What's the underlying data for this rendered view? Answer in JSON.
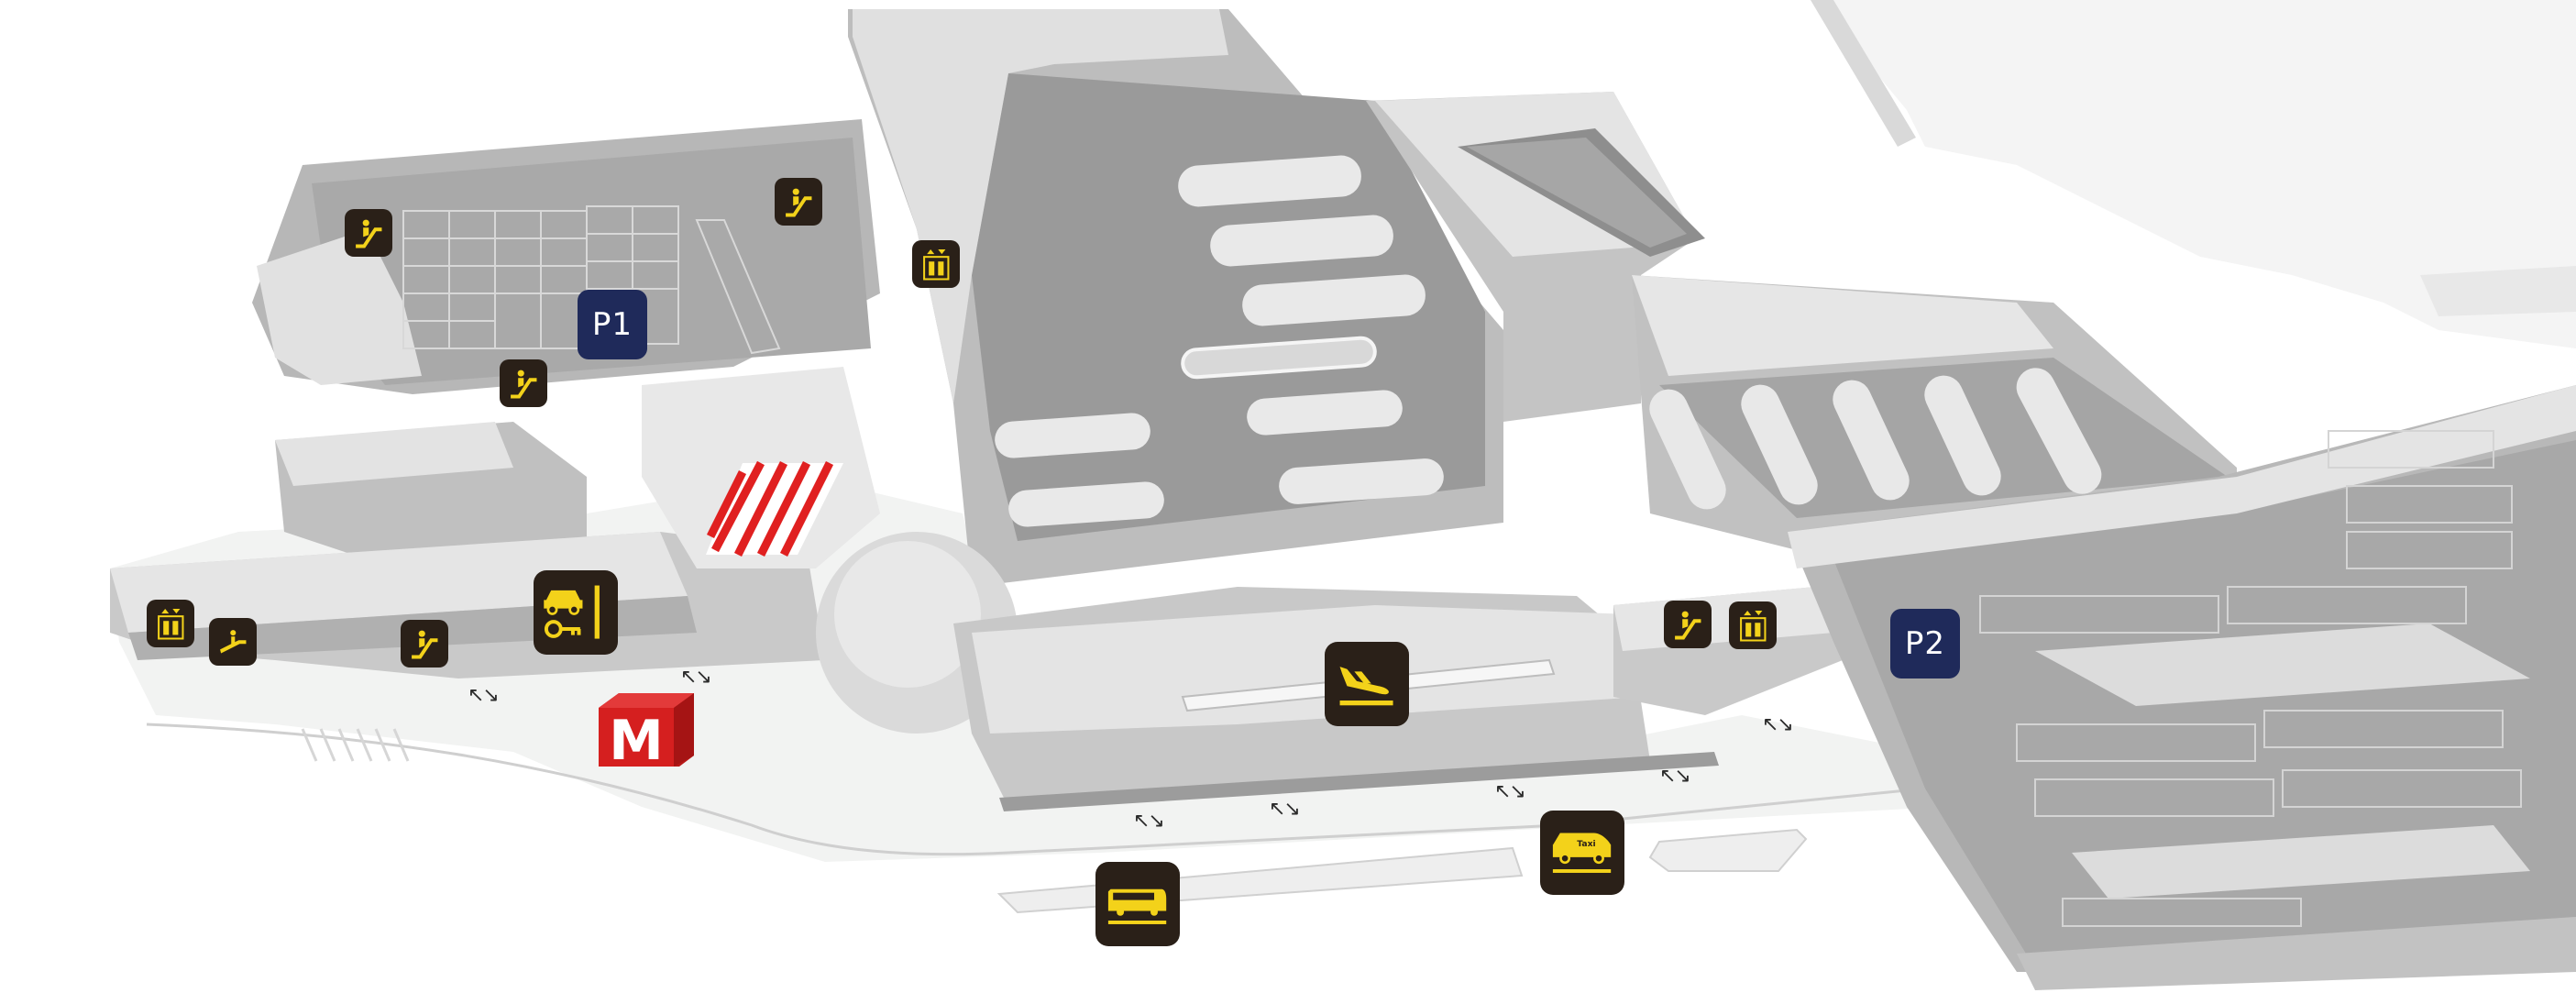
{
  "map": {
    "colors": {
      "background": "#ffffff",
      "ground": "#f2f3f2",
      "building_top": "#e2e2e2",
      "building_side": "#bdbdbd",
      "building_dark": "#a8a8a8",
      "pavement": "#ececec",
      "icon_bg": "#2a2018",
      "icon_fg": "#f3d21a",
      "parking_badge": "#1f2a5a",
      "you_are_here": "#e02020",
      "metro": "#d51f1f"
    },
    "parking": [
      {
        "label": "P1"
      },
      {
        "label": "P2"
      }
    ],
    "icons": [
      {
        "id": "escalator-up-p1-nw",
        "icon": "escalator-icon"
      },
      {
        "id": "escalator-p1-ne",
        "icon": "escalator-icon"
      },
      {
        "id": "elevator-p1-e",
        "icon": "elevator-icon"
      },
      {
        "id": "escalator-p1-s",
        "icon": "escalator-icon"
      },
      {
        "id": "elevator-west",
        "icon": "elevator-icon"
      },
      {
        "id": "moving-walkway-west",
        "icon": "moving-walkway-icon"
      },
      {
        "id": "escalator-west",
        "icon": "escalator-icon"
      },
      {
        "id": "car-rental",
        "icon": "car-rental-icon"
      },
      {
        "id": "arrivals",
        "icon": "arrivals-plane-icon"
      },
      {
        "id": "escalator-east",
        "icon": "escalator-icon"
      },
      {
        "id": "elevator-east",
        "icon": "elevator-icon"
      },
      {
        "id": "bus",
        "icon": "bus-icon"
      },
      {
        "id": "taxi",
        "icon": "taxi-icon",
        "text": "Taxi"
      }
    ],
    "metro": {
      "icon": "metro-icon",
      "letter": "M"
    },
    "direction_arrow": "↖↘"
  }
}
